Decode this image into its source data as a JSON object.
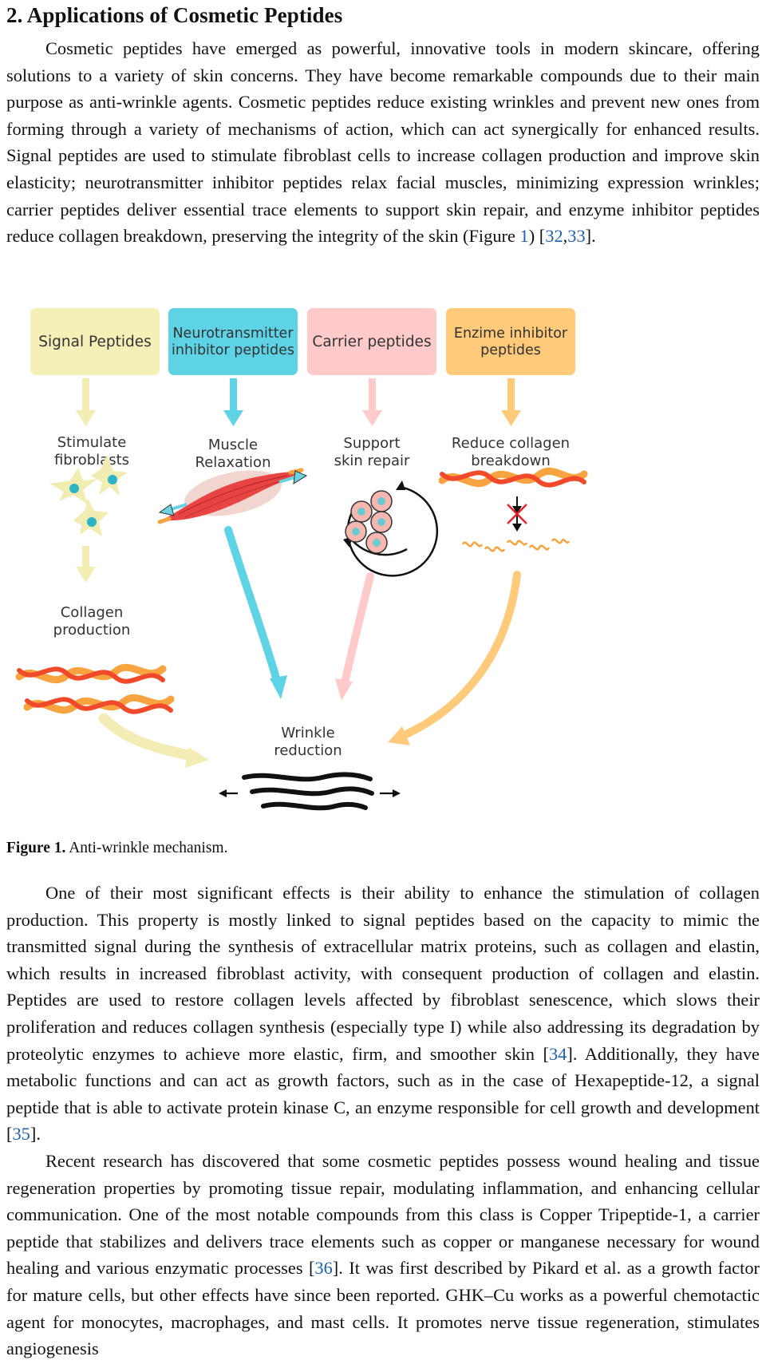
{
  "section": {
    "title": "2. Applications of Cosmetic Peptides"
  },
  "para1": {
    "t1": "Cosmetic peptides have emerged as powerful, innovative tools in modern skincare, offering solutions to a variety of skin concerns. They have become remarkable compounds due to their main purpose as anti-wrinkle agents.  Cosmetic peptides reduce existing wrinkles and prevent new ones from forming through a variety of mechanisms of action, which can act synergically for enhanced results. Signal peptides are used to stimulate fibroblast cells to increase collagen production and improve skin elasticity; neurotransmitter inhibitor peptides relax facial muscles, minimizing expression wrinkles; carrier peptides deliver essential trace elements to support skin repair, and enzyme inhibitor peptides reduce collagen breakdown, preserving the integrity of the skin (Figure ",
    "fig_ref": "1",
    "t2": ") [",
    "ref1": "32",
    "t3": ",",
    "ref2": "33",
    "t4": "]."
  },
  "figure": {
    "boxes": {
      "signal": "Signal Peptides",
      "neuro_l1": "Neurotransmitter",
      "neuro_l2": "inhibitor peptides",
      "carrier": "Carrier peptides",
      "enzyme_l1": "Enzime inhibitor",
      "enzyme_l2": "peptides"
    },
    "labels": {
      "stim_l1": "Stimulate",
      "stim_l2": "fibroblasts",
      "muscle_l1": "Muscle",
      "muscle_l2": "Relaxation",
      "support_l1": "Support",
      "support_l2": "skin repair",
      "reduce_l1": "Reduce collagen",
      "reduce_l2": "breakdown",
      "coll_l1": "Collagen",
      "coll_l2": "production",
      "wrinkle_l1": "Wrinkle",
      "wrinkle_l2": "reduction"
    },
    "colors": {
      "signal": "#f5efb8",
      "neuro": "#5ed3e6",
      "carrier": "#ffcaca",
      "enzyme": "#ffca7a",
      "collagen_red": "#f04a2a",
      "collagen_orange": "#f7a440",
      "muscle": "#e84a4a",
      "cell_fill": "#f6b7b0",
      "cell_nucleus": "#6ac9cf"
    }
  },
  "caption": {
    "label": "Figure 1.",
    "text": " Anti-wrinkle mechanism."
  },
  "para2": {
    "t1": "One of their most significant effects is their ability to enhance the stimulation of collagen production. This property is mostly linked to signal peptides based on the capacity to mimic the transmitted signal during the synthesis of extracellular matrix proteins, such as collagen and elastin, which results in increased fibroblast activity, with consequent production of collagen and elastin. Peptides are used to restore collagen levels affected by fibroblast senescence, which slows their proliferation and reduces collagen synthesis (especially type I) while also addressing its degradation by proteolytic enzymes to achieve more elastic, firm, and smoother skin [",
    "ref1": "34",
    "t2": "]. Additionally, they have metabolic functions and can act as growth factors, such as in the case of Hexapeptide-12, a signal peptide that is able to activate protein kinase C, an enzyme responsible for cell growth and development [",
    "ref2": "35",
    "t3": "]."
  },
  "para3": {
    "t1": "Recent research has discovered that some cosmetic peptides possess wound healing and tissue regeneration properties by promoting tissue repair, modulating inflammation, and enhancing cellular communication. One of the most notable compounds from this class is Copper Tripeptide-1, a carrier peptide that stabilizes and delivers trace elements such as copper or manganese necessary for wound healing and various enzymatic processes [",
    "ref1": "36",
    "t2": "]. It was first described by Pikard et al. as a growth factor for mature cells, but other effects have since been reported. GHK–Cu works as a powerful chemotactic agent for monocytes, macrophages, and mast cells. It promotes nerve tissue regeneration, stimulates angiogenesis"
  }
}
